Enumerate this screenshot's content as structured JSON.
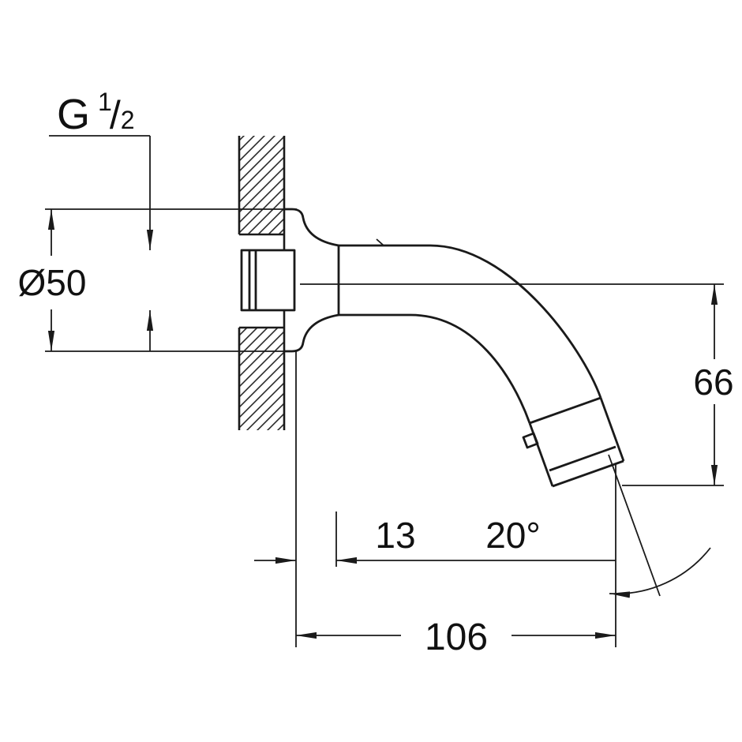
{
  "thread_label": {
    "prefix": "G",
    "numerator": "1",
    "separator": "/",
    "denominator": "2"
  },
  "dimensions": {
    "flange_diameter": "Ø50",
    "outlet_height": "66",
    "wall_offset": "13",
    "outlet_angle": "20°",
    "spout_reach": "106"
  },
  "colors": {
    "line": "#1a1a1a",
    "background": "#ffffff"
  }
}
